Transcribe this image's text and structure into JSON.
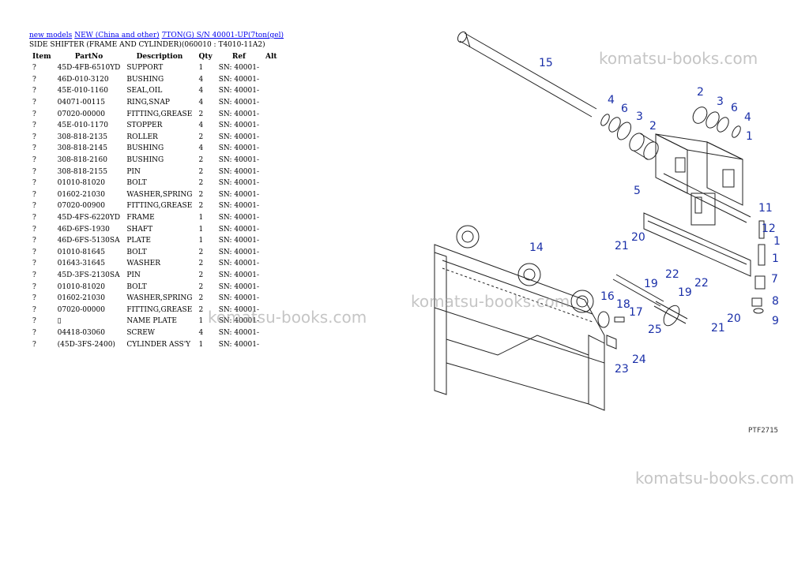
{
  "breadcrumbs": [
    {
      "label": "new models"
    },
    {
      "label": "NEW (China and other)"
    },
    {
      "label": "7TON(G) S/N 40001-UP(7ton(gel)"
    }
  ],
  "section_title": "SIDE SHIFTER (FRAME AND CYLINDER)(060010 : T4010-11A2)",
  "table": {
    "headers": [
      "Item",
      "PartNo",
      "Description",
      "Qty",
      "Ref",
      "Alt"
    ],
    "rows": [
      {
        "item": "?",
        "partno": "45D-4FB-6510YD",
        "desc": "SUPPORT",
        "qty": "1",
        "ref": "SN: 40001-",
        "alt": ""
      },
      {
        "item": "?",
        "partno": "46D-010-3120",
        "desc": "BUSHING",
        "qty": "4",
        "ref": "SN: 40001-",
        "alt": ""
      },
      {
        "item": "?",
        "partno": "45E-010-1160",
        "desc": "SEAL,OIL",
        "qty": "4",
        "ref": "SN: 40001-",
        "alt": ""
      },
      {
        "item": "?",
        "partno": "04071-00115",
        "desc": "RING,SNAP",
        "qty": "4",
        "ref": "SN: 40001-",
        "alt": ""
      },
      {
        "item": "?",
        "partno": "07020-00000",
        "desc": "FITTING,GREASE",
        "qty": "2",
        "ref": "SN: 40001-",
        "alt": ""
      },
      {
        "item": "?",
        "partno": "45E-010-1170",
        "desc": "STOPPER",
        "qty": "4",
        "ref": "SN: 40001-",
        "alt": ""
      },
      {
        "item": "?",
        "partno": "308-818-2135",
        "desc": "ROLLER",
        "qty": "2",
        "ref": "SN: 40001-",
        "alt": ""
      },
      {
        "item": "?",
        "partno": "308-818-2145",
        "desc": "BUSHING",
        "qty": "4",
        "ref": "SN: 40001-",
        "alt": ""
      },
      {
        "item": "?",
        "partno": "308-818-2160",
        "desc": "BUSHING",
        "qty": "2",
        "ref": "SN: 40001-",
        "alt": ""
      },
      {
        "item": "?",
        "partno": "308-818-2155",
        "desc": "PIN",
        "qty": "2",
        "ref": "SN: 40001-",
        "alt": ""
      },
      {
        "item": "?",
        "partno": "01010-81020",
        "desc": "BOLT",
        "qty": "2",
        "ref": "SN: 40001-",
        "alt": ""
      },
      {
        "item": "?",
        "partno": "01602-21030",
        "desc": "WASHER,SPRING",
        "qty": "2",
        "ref": "SN: 40001-",
        "alt": ""
      },
      {
        "item": "?",
        "partno": "07020-00900",
        "desc": "FITTING,GREASE",
        "qty": "2",
        "ref": "SN: 40001-",
        "alt": ""
      },
      {
        "item": "?",
        "partno": "45D-4FS-6220YD",
        "desc": "FRAME",
        "qty": "1",
        "ref": "SN: 40001-",
        "alt": ""
      },
      {
        "item": "?",
        "partno": "46D-6FS-1930",
        "desc": "SHAFT",
        "qty": "1",
        "ref": "SN: 40001-",
        "alt": ""
      },
      {
        "item": "?",
        "partno": "46D-6FS-5130SA",
        "desc": "PLATE",
        "qty": "1",
        "ref": "SN: 40001-",
        "alt": ""
      },
      {
        "item": "?",
        "partno": "01010-81645",
        "desc": "BOLT",
        "qty": "2",
        "ref": "SN: 40001-",
        "alt": ""
      },
      {
        "item": "?",
        "partno": "01643-31645",
        "desc": "WASHER",
        "qty": "2",
        "ref": "SN: 40001-",
        "alt": ""
      },
      {
        "item": "?",
        "partno": "45D-3FS-2130SA",
        "desc": "PIN",
        "qty": "2",
        "ref": "SN: 40001-",
        "alt": ""
      },
      {
        "item": "?",
        "partno": "01010-81020",
        "desc": "BOLT",
        "qty": "2",
        "ref": "SN: 40001-",
        "alt": ""
      },
      {
        "item": "?",
        "partno": "01602-21030",
        "desc": "WASHER,SPRING",
        "qty": "2",
        "ref": "SN: 40001-",
        "alt": ""
      },
      {
        "item": "?",
        "partno": "07020-00000",
        "desc": "FITTING,GREASE",
        "qty": "2",
        "ref": "SN: 40001-",
        "alt": ""
      },
      {
        "item": "?",
        "partno": "▯",
        "desc": "NAME PLATE",
        "qty": "1",
        "ref": "SN: 40001-",
        "alt": ""
      },
      {
        "item": "?",
        "partno": "04418-03060",
        "desc": "SCREW",
        "qty": "4",
        "ref": "SN: 40001-",
        "alt": ""
      },
      {
        "item": "?",
        "partno": "(45D-3FS-2400)",
        "desc": "CYLINDER ASS'Y",
        "qty": "1",
        "ref": "SN: 40001-",
        "alt": ""
      }
    ]
  },
  "diagram": {
    "callouts": [
      "15",
      "4",
      "6",
      "3",
      "2",
      "2",
      "3",
      "6",
      "4",
      "1",
      "5",
      "11",
      "12",
      "1",
      "1",
      "7",
      "8",
      "9",
      "14",
      "21",
      "20",
      "22",
      "19",
      "16",
      "18",
      "17",
      "25",
      "19",
      "22",
      "21",
      "20",
      "23",
      "24"
    ],
    "figure_code": "PTF2715"
  },
  "watermarks": [
    "komatsu-books.com",
    "komatsu-books.com",
    "komatsu-books.com",
    "komatsu-books.com"
  ],
  "colors": {
    "link": "#0000ee",
    "callout": "#1a2fa8",
    "watermark": "#969696"
  }
}
